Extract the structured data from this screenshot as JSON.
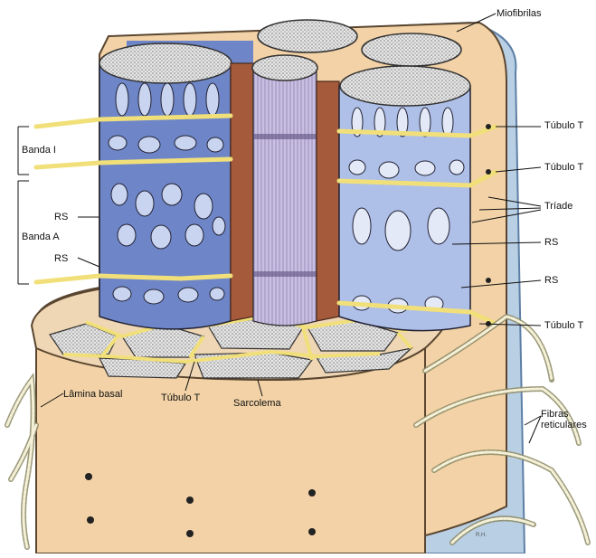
{
  "labels": {
    "miofibrilas": "Miofibrilas",
    "tubulo_t_1": "Túbulo T",
    "tubulo_t_2": "Túbulo T",
    "triade": "Tríade",
    "rs_right_1": "RS",
    "rs_right_2": "RS",
    "tubulo_t_3": "Túbulo T",
    "banda_i": "Banda I",
    "banda_a": "Banda A",
    "rs_left_1": "RS",
    "rs_left_2": "RS",
    "lamina_basal": "Lâmina basal",
    "tubulo_t_bottom": "Túbulo T",
    "sarcolema": "Sarcolema",
    "fibras_reticulares_1": "Fibras",
    "fibras_reticulares_2": "reticulares",
    "artist_initials": "R.H."
  },
  "colors": {
    "sarcoplasm": "#f2d2a6",
    "reticulum": "#6e86c8",
    "reticulum_light": "#aebfe8",
    "t_tubule": "#f1e07a",
    "myofibril_end": "#d8d8d8",
    "mitochondria": "#a55a3c",
    "lamina": "#b9cfe4"
  }
}
